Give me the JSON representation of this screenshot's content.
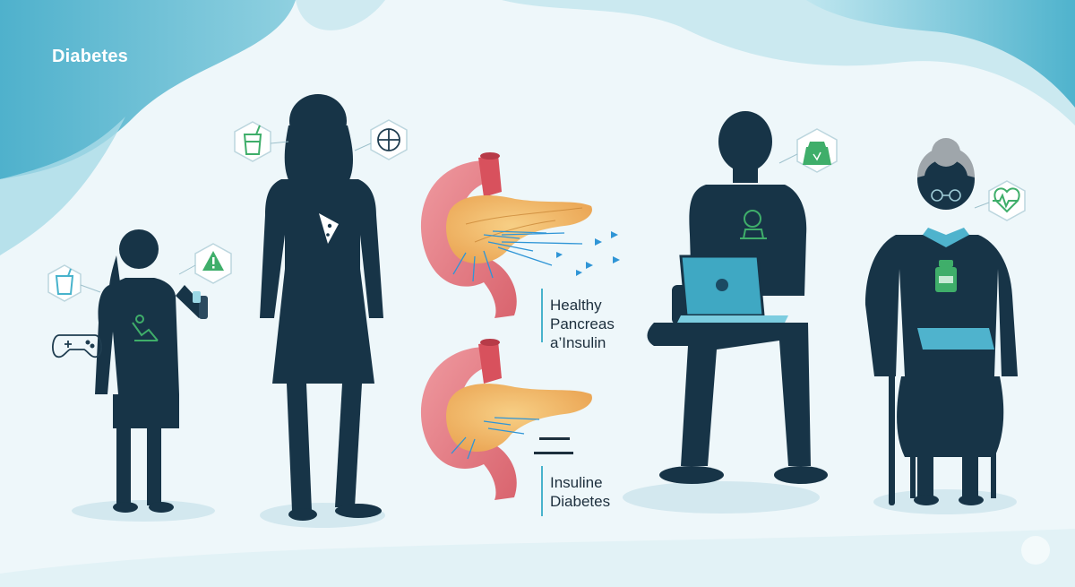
{
  "header": {
    "title": "Diabetes"
  },
  "labels": {
    "healthy": [
      "Healthy",
      "Pancreas",
      "a’Insulin"
    ],
    "diabetes": [
      "Insuline",
      "Diabetes"
    ]
  },
  "icons": [
    "drink-cup-icon",
    "game-controller-icon",
    "warning-icon",
    "pizza-icon",
    "scale-weight-icon",
    "heart-rate-icon",
    "medicine-bottle-icon",
    "laptop-icon"
  ],
  "colors": {
    "silhouette": "#173447",
    "accent_teal": "#48b3cc",
    "icon_green": "#3fae6a",
    "insulin_blue": "#2f95d6",
    "pancreas_orange": "#f1b45e",
    "stomach_pink": "#e77f86"
  }
}
